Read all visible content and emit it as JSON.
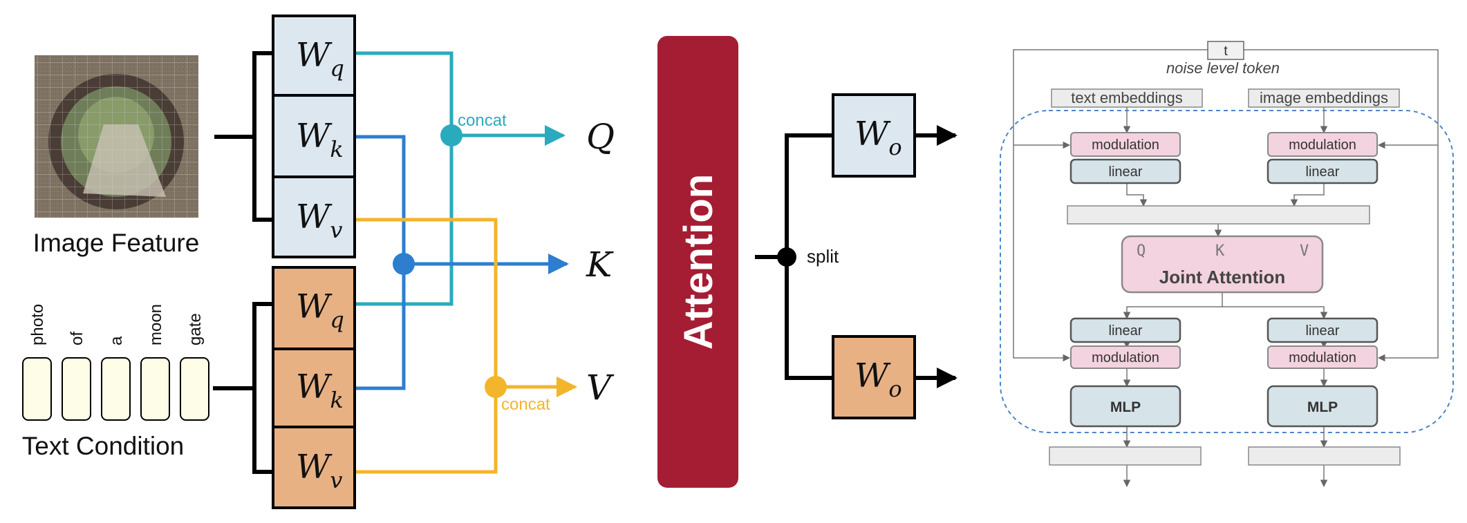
{
  "left": {
    "image_caption": "Image Feature",
    "text_caption": "Text Condition",
    "tokens": [
      "photo",
      "of",
      "a",
      "moon",
      "gate"
    ]
  },
  "projections": {
    "weight_symbol": "W",
    "subs": [
      "q",
      "k",
      "v"
    ]
  },
  "outputs": {
    "q": "Q",
    "k": "K",
    "v": "V"
  },
  "concat_label": "concat",
  "attention_label": "Attention",
  "split_label": "split",
  "out_weight": {
    "symbol": "W",
    "sub": "o"
  },
  "right": {
    "t_label": "t",
    "noise_label": "noise level token",
    "text_emb": "text embeddings",
    "image_emb": "image embeddings",
    "modulation": "modulation",
    "linear": "linear",
    "qkv": [
      "Q",
      "K",
      "V"
    ],
    "joint_attention": "Joint Attention",
    "mlp": "MLP"
  },
  "colors": {
    "teal": "#2aabbd",
    "blue": "#2e7ecf",
    "yellow": "#f3b52b",
    "image_box": "#dde7f0",
    "text_box": "#e7b184",
    "attention": "#a41d33",
    "token_fill": "#fdfde8",
    "pink": "#f3d3df",
    "grey_blue": "#d6e3e8",
    "light_grey": "#ececec"
  }
}
